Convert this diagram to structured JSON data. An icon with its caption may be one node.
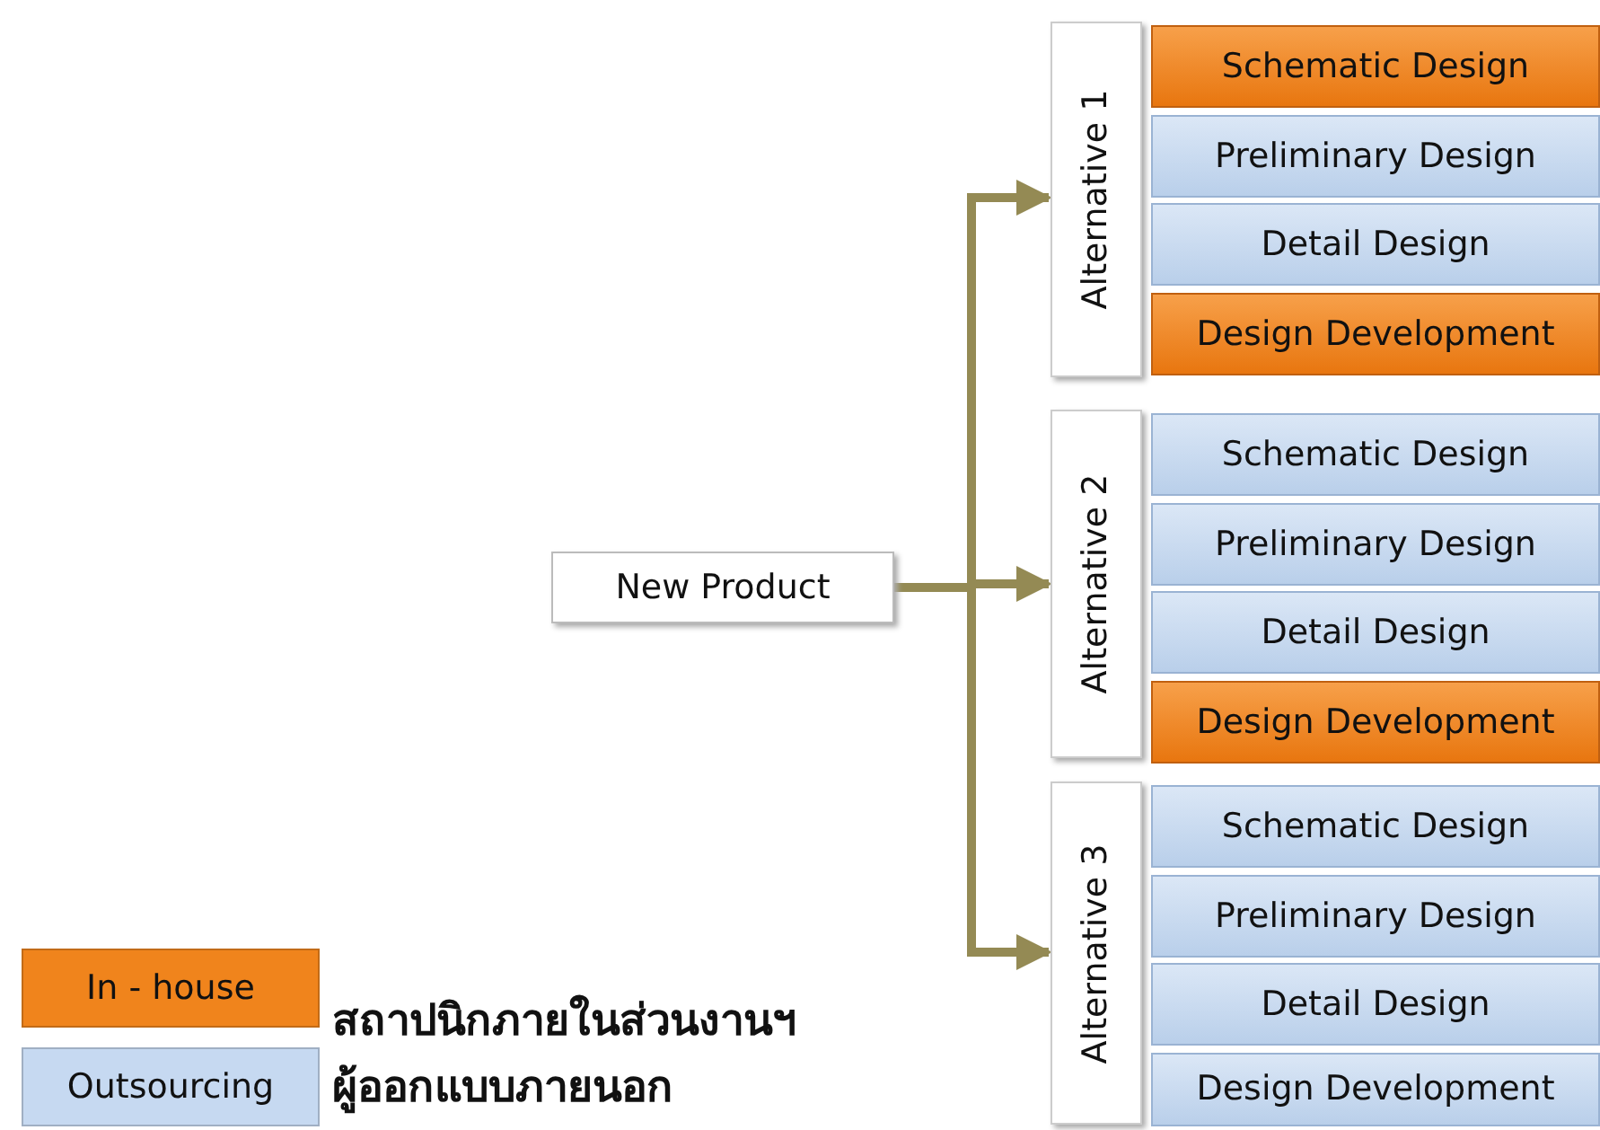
{
  "diagram": {
    "nodes": [
      {
        "text": [
          "New Product"
        ]
      },
      {
        "text": [
          "Alternative 1"
        ]
      },
      {
        "text": [
          "Schematic Design"
        ]
      },
      {
        "text": [
          "Preliminary Design"
        ]
      },
      {
        "text": [
          "Detail Design"
        ]
      },
      {
        "text": [
          "Design Development"
        ]
      },
      {
        "text": [
          "Alternative 2"
        ]
      },
      {
        "text": [
          "Schematic Design"
        ]
      },
      {
        "text": [
          "Preliminary Design"
        ]
      },
      {
        "text": [
          "Detail Design"
        ]
      },
      {
        "text": [
          "Design Development"
        ]
      },
      {
        "text": [
          "Alternative 3"
        ]
      },
      {
        "text": [
          "Schematic Design"
        ]
      },
      {
        "text": [
          "Preliminary Design"
        ]
      },
      {
        "text": [
          "Detail Design"
        ]
      },
      {
        "text": [
          "Design Development"
        ]
      }
    ],
    "edges": [
      {
        "from": 0,
        "to": 1,
        "arrow": "to"
      },
      {
        "from": 0,
        "to": 6,
        "arrow": "to"
      },
      {
        "from": 0,
        "to": 11,
        "arrow": "to"
      }
    ],
    "labels": [
      "In - house",
      "Outsourcing"
    ],
    "legend": [
      {
        "text": "สถาปนิกภายในส่วนงานฯ",
        "color": "#f0841c"
      },
      {
        "text": "ผู้ออกแบบภายนอก",
        "color": "#c6d9f1"
      }
    ]
  }
}
